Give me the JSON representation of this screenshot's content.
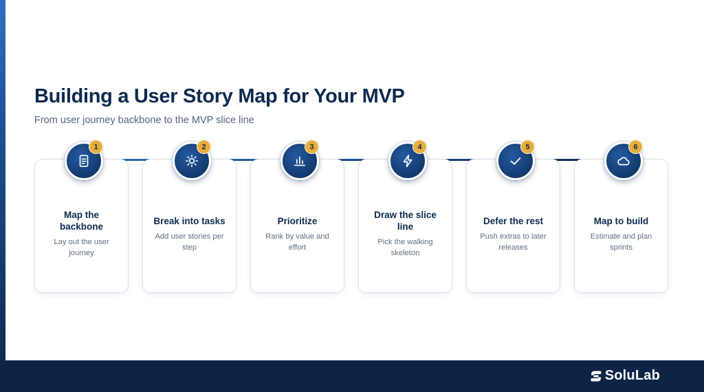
{
  "header": {
    "title": "Building a User Story Map for Your MVP",
    "subtitle": "From user journey backbone to the MVP slice line"
  },
  "steps": [
    {
      "number": "1",
      "icon": "document-icon",
      "title_lines": [
        "Map the",
        "backbone"
      ],
      "desc_lines": [
        "Lay out the user",
        "journey"
      ]
    },
    {
      "number": "2",
      "icon": "sun-icon",
      "title_lines": [
        "Break into tasks"
      ],
      "desc_lines": [
        "Add user stories per",
        "step"
      ]
    },
    {
      "number": "3",
      "icon": "bar-chart-icon",
      "title_lines": [
        "Prioritize"
      ],
      "desc_lines": [
        "Rank by value and",
        "effort"
      ]
    },
    {
      "number": "4",
      "icon": "lightning-icon",
      "title_lines": [
        "Draw the slice",
        "line"
      ],
      "desc_lines": [
        "Pick the walking",
        "skeleton"
      ]
    },
    {
      "number": "5",
      "icon": "checkmark-icon",
      "title_lines": [
        "Defer the rest"
      ],
      "desc_lines": [
        "Push extras to later",
        "releases"
      ]
    },
    {
      "number": "6",
      "icon": "cloud-icon",
      "title_lines": [
        "Map to build"
      ],
      "desc_lines": [
        "Estimate and plan",
        "sprints"
      ]
    }
  ],
  "footer": {
    "logo_text": "SoluLab"
  },
  "colors": {
    "navy": "#0d2a4f",
    "badge": "#e7ae3c",
    "footer": "#0d2447"
  }
}
